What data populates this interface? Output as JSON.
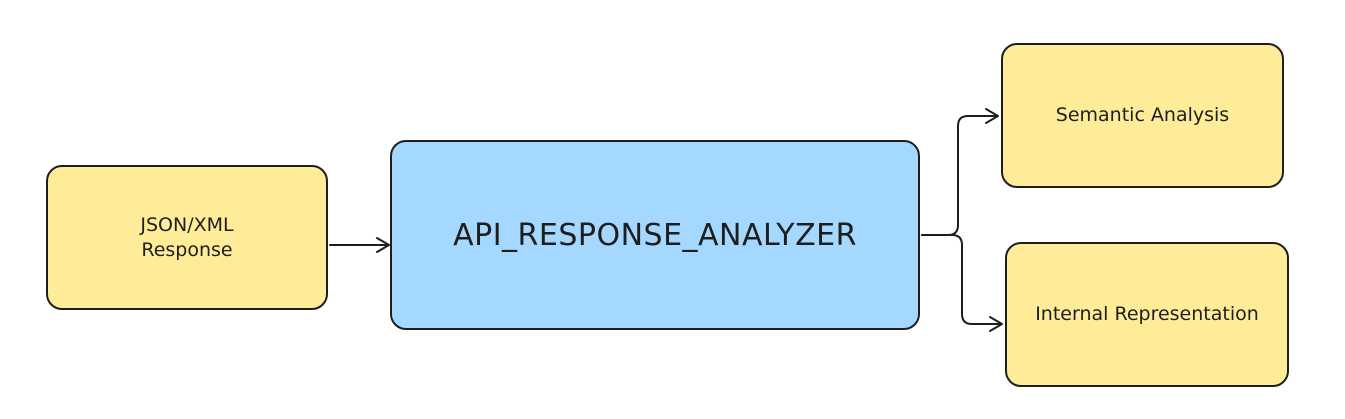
{
  "nodes": {
    "input": {
      "label": "JSON/XML\nResponse"
    },
    "analyzer": {
      "label": "API_RESPONSE_ANALYZER"
    },
    "semantic": {
      "label": "Semantic Analysis"
    },
    "internal": {
      "label": "Internal Representation"
    }
  },
  "edges": [
    {
      "from": "input",
      "to": "analyzer"
    },
    {
      "from": "analyzer",
      "to": "semantic"
    },
    {
      "from": "analyzer",
      "to": "internal"
    }
  ],
  "colors": {
    "yellow_fill": "#ffec99",
    "blue_fill": "#a5d8ff",
    "stroke": "#1e1e1e"
  }
}
